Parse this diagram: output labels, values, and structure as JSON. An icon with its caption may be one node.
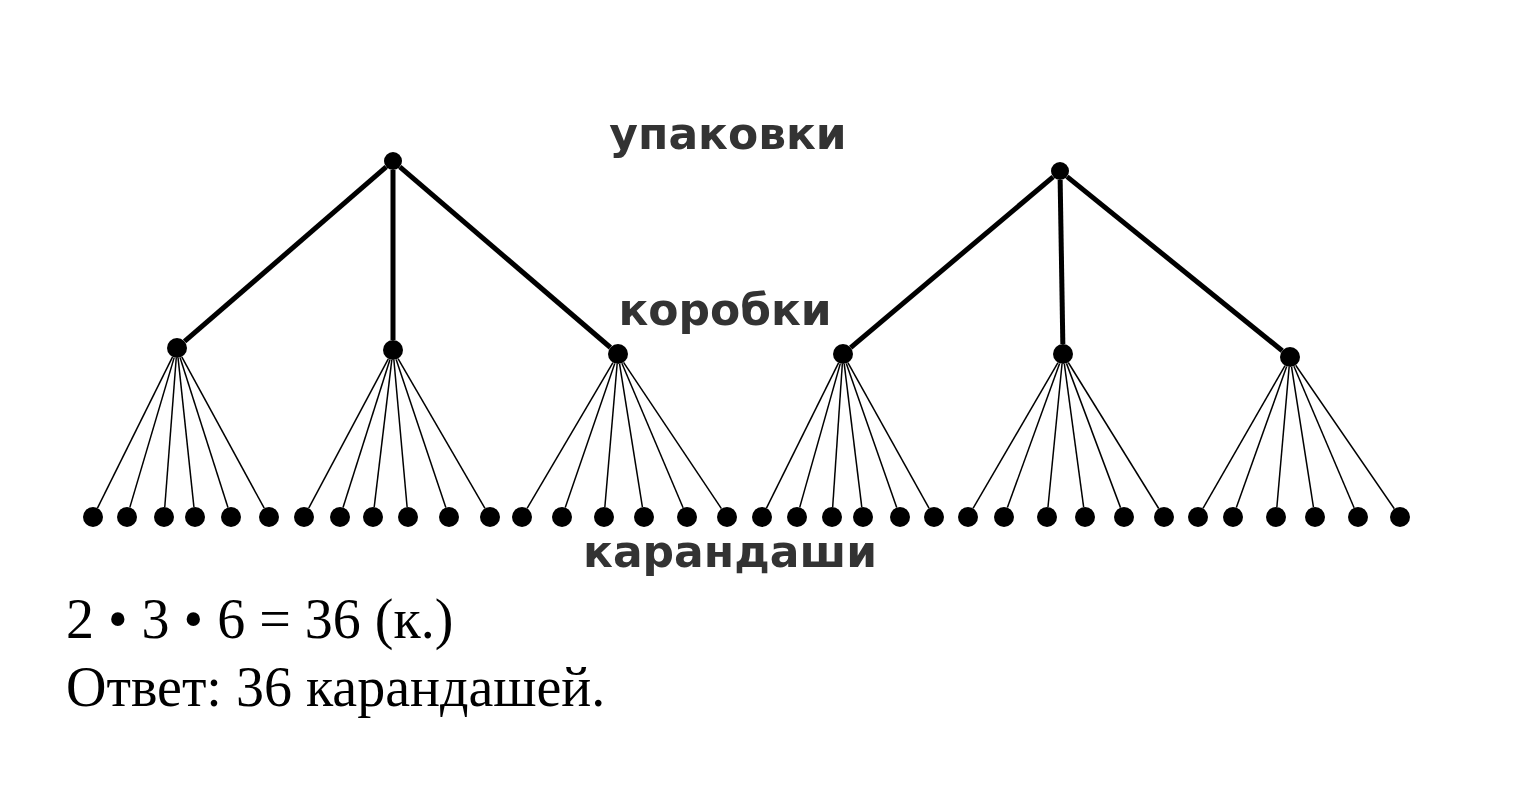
{
  "diagram": {
    "nodes": [
      {
        "text": [],
        "shape": "circle"
      },
      {
        "text": [],
        "shape": "circle"
      },
      {
        "text": [],
        "shape": "circle"
      },
      {
        "text": [],
        "shape": "circle"
      },
      {
        "text": [],
        "shape": "circle"
      },
      {
        "text": [],
        "shape": "circle"
      },
      {
        "text": [],
        "shape": "circle"
      },
      {
        "text": [],
        "shape": "circle"
      },
      {
        "text": [],
        "shape": "circle"
      },
      {
        "text": [],
        "shape": "circle"
      },
      {
        "text": [],
        "shape": "circle"
      },
      {
        "text": [],
        "shape": "circle"
      },
      {
        "text": [],
        "shape": "circle"
      },
      {
        "text": [],
        "shape": "circle"
      },
      {
        "text": [],
        "shape": "circle"
      },
      {
        "text": [],
        "shape": "circle"
      },
      {
        "text": [],
        "shape": "circle"
      },
      {
        "text": [],
        "shape": "circle"
      },
      {
        "text": [],
        "shape": "circle"
      },
      {
        "text": [],
        "shape": "circle"
      },
      {
        "text": [],
        "shape": "circle"
      },
      {
        "text": [],
        "shape": "circle"
      },
      {
        "text": [],
        "shape": "circle"
      },
      {
        "text": [],
        "shape": "circle"
      },
      {
        "text": [],
        "shape": "circle"
      },
      {
        "text": [],
        "shape": "circle"
      },
      {
        "text": [],
        "shape": "circle"
      },
      {
        "text": [],
        "shape": "circle"
      },
      {
        "text": [],
        "shape": "circle"
      },
      {
        "text": [],
        "shape": "circle"
      },
      {
        "text": [],
        "shape": "circle"
      },
      {
        "text": [],
        "shape": "circle"
      },
      {
        "text": [],
        "shape": "circle"
      },
      {
        "text": [],
        "shape": "circle"
      },
      {
        "text": [],
        "shape": "circle"
      },
      {
        "text": [],
        "shape": "circle"
      },
      {
        "text": [],
        "shape": "circle"
      },
      {
        "text": [],
        "shape": "circle"
      },
      {
        "text": [],
        "shape": "circle"
      },
      {
        "text": [],
        "shape": "circle"
      },
      {
        "text": [],
        "shape": "circle"
      },
      {
        "text": [],
        "shape": "circle"
      },
      {
        "text": [],
        "shape": "circle"
      },
      {
        "text": [],
        "shape": "circle"
      }
    ],
    "edges": [
      {
        "from": 0,
        "to": 2,
        "arrow": "none",
        "style": "thick"
      },
      {
        "from": 0,
        "to": 3,
        "arrow": "none",
        "style": "thick"
      },
      {
        "from": 0,
        "to": 4,
        "arrow": "none",
        "style": "thick"
      },
      {
        "from": 1,
        "to": 5,
        "arrow": "none",
        "style": "thick"
      },
      {
        "from": 1,
        "to": 6,
        "arrow": "none",
        "style": "thick"
      },
      {
        "from": 1,
        "to": 7,
        "arrow": "none",
        "style": "thick"
      },
      {
        "from": 2,
        "to": 8,
        "arrow": "none"
      },
      {
        "from": 2,
        "to": 9,
        "arrow": "none"
      },
      {
        "from": 2,
        "to": 10,
        "arrow": "none"
      },
      {
        "from": 2,
        "to": 11,
        "arrow": "none"
      },
      {
        "from": 2,
        "to": 12,
        "arrow": "none"
      },
      {
        "from": 2,
        "to": 13,
        "arrow": "none"
      },
      {
        "from": 3,
        "to": 14,
        "arrow": "none"
      },
      {
        "from": 3,
        "to": 15,
        "arrow": "none"
      },
      {
        "from": 3,
        "to": 16,
        "arrow": "none"
      },
      {
        "from": 3,
        "to": 17,
        "arrow": "none"
      },
      {
        "from": 3,
        "to": 18,
        "arrow": "none"
      },
      {
        "from": 3,
        "to": 19,
        "arrow": "none"
      },
      {
        "from": 4,
        "to": 20,
        "arrow": "none"
      },
      {
        "from": 4,
        "to": 21,
        "arrow": "none"
      },
      {
        "from": 4,
        "to": 22,
        "arrow": "none"
      },
      {
        "from": 4,
        "to": 23,
        "arrow": "none"
      },
      {
        "from": 4,
        "to": 24,
        "arrow": "none"
      },
      {
        "from": 4,
        "to": 25,
        "arrow": "none"
      },
      {
        "from": 5,
        "to": 26,
        "arrow": "none"
      },
      {
        "from": 5,
        "to": 27,
        "arrow": "none"
      },
      {
        "from": 5,
        "to": 28,
        "arrow": "none"
      },
      {
        "from": 5,
        "to": 29,
        "arrow": "none"
      },
      {
        "from": 5,
        "to": 30,
        "arrow": "none"
      },
      {
        "from": 5,
        "to": 31,
        "arrow": "none"
      },
      {
        "from": 6,
        "to": 32,
        "arrow": "none"
      },
      {
        "from": 6,
        "to": 33,
        "arrow": "none"
      },
      {
        "from": 6,
        "to": 34,
        "arrow": "none"
      },
      {
        "from": 6,
        "to": 35,
        "arrow": "none"
      },
      {
        "from": 6,
        "to": 36,
        "arrow": "none"
      },
      {
        "from": 6,
        "to": 37,
        "arrow": "none"
      },
      {
        "from": 7,
        "to": 38,
        "arrow": "none"
      },
      {
        "from": 7,
        "to": 39,
        "arrow": "none"
      },
      {
        "from": 7,
        "to": 40,
        "arrow": "none"
      },
      {
        "from": 7,
        "to": 41,
        "arrow": "none"
      },
      {
        "from": 7,
        "to": 42,
        "arrow": "none"
      },
      {
        "from": 7,
        "to": 43,
        "arrow": "none"
      }
    ],
    "labels": [
      "упаковки",
      "коробки",
      "карандаши",
      "2 • 3 • 6 = 36 (к.)",
      "Ответ: 36 карандашей."
    ]
  }
}
